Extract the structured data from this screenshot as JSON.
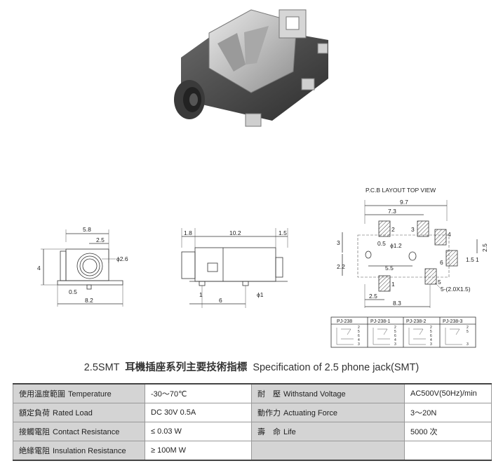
{
  "product_photo": {
    "subject": "2.5mm phone jack SMT"
  },
  "drawing": {
    "layout_title": "P.C.B LAYOUT   TOP VIEW",
    "front": {
      "w1": "5.8",
      "w2": "2.5",
      "dia": "ϕ2.6",
      "height": "4",
      "foot": "0.5",
      "total": "8.2"
    },
    "side": {
      "d1": "1.8",
      "d2": "10.2",
      "d3": "1.5",
      "d4": "1",
      "d5": "6",
      "pin": "ϕ1"
    },
    "pcb": {
      "total_w": "9.7",
      "w73": "7.3",
      "h3": "3",
      "dia": "ϕ1.2",
      "d05": "0.5",
      "d25r": "2.5",
      "d15": "1.5",
      "d1": "1",
      "d22": "2.2",
      "d55": "5.5",
      "d25b": "2.5",
      "d83": "8.3",
      "pad_note": "5-(2.0X1.5)",
      "pins": [
        "1",
        "2",
        "3",
        "4",
        "5",
        "6"
      ]
    },
    "variants": [
      {
        "name": "PJ-238",
        "pins": [
          "2",
          "5",
          "6",
          "4",
          "3"
        ]
      },
      {
        "name": "PJ-238-1",
        "pins": [
          "2",
          "5",
          "6",
          "4",
          "3"
        ]
      },
      {
        "name": "PJ-238-2",
        "pins": [
          "2",
          "5",
          "6",
          "4",
          "3"
        ]
      },
      {
        "name": "PJ-238-3",
        "pins": [
          "2",
          "5",
          "3"
        ]
      }
    ]
  },
  "spec_title": {
    "prefix": "2.5SMT",
    "zh": "耳機插座系列主要技術指標",
    "en": "Specification of 2.5 phone jack(SMT)"
  },
  "specs": [
    {
      "zh": "使用溫度範圍",
      "en": "Temperature",
      "value": "-30～70℃",
      "zh2": "耐　壓",
      "en2": "Withstand Voltage",
      "value2": "AC500V(50Hz)/min"
    },
    {
      "zh": "額定負荷",
      "en": "Rated Load",
      "value": "DC  30V  0.5A",
      "zh2": "動作力",
      "en2": "Actuating Force",
      "value2": "3～20N"
    },
    {
      "zh": "接觸電阻",
      "en": "Contact Resistance",
      "value": "≤ 0.03 W",
      "zh2": "壽　命",
      "en2": "Life",
      "value2": "5000 次"
    },
    {
      "zh": "絶緣電阻",
      "en": "Insulation Resistance",
      "value": "≥ 100M W",
      "zh2": "",
      "en2": "",
      "value2": ""
    }
  ]
}
